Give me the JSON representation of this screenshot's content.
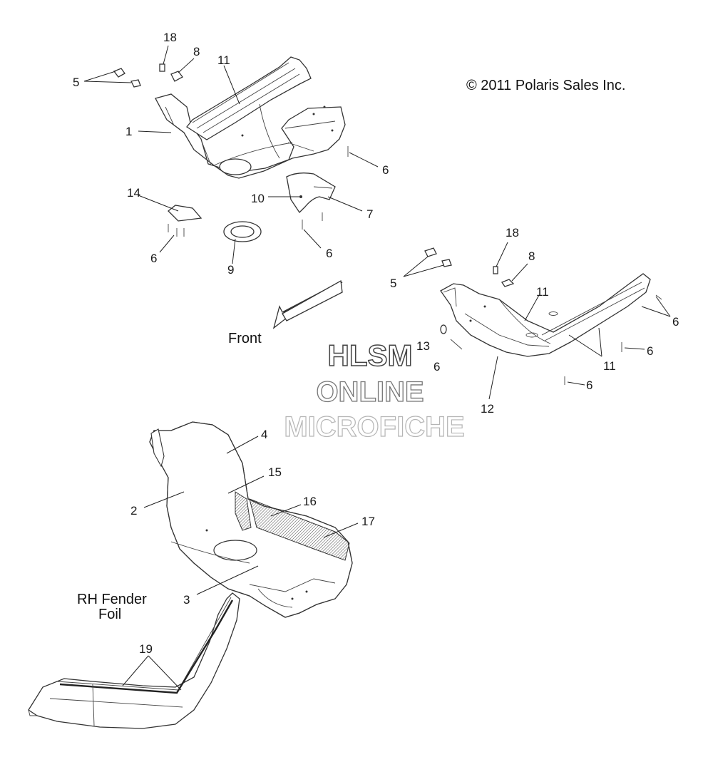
{
  "copyright": "© 2011 Polaris Sales Inc.",
  "direction_label": "Front",
  "fender_label_line1": "RH Fender",
  "fender_label_line2": "Foil",
  "watermark": {
    "line1": "HLSM",
    "line2": "ONLINE",
    "line3": "MICROFICHE"
  },
  "callouts": {
    "c18a": "18",
    "c8a": "8",
    "c11a": "11",
    "c5a": "5",
    "c1": "1",
    "c6a": "6",
    "c10": "10",
    "c7": "7",
    "c14": "14",
    "c6b": "6",
    "c9": "9",
    "c6c": "6",
    "c18b": "18",
    "c8b": "8",
    "c5b": "5",
    "c11b": "11",
    "c6d": "6",
    "c6e": "6",
    "c13": "13",
    "c6f": "6",
    "c11c": "11",
    "c6g": "6",
    "c12": "12",
    "c4": "4",
    "c15": "15",
    "c2": "2",
    "c16": "16",
    "c17": "17",
    "c3": "3",
    "c19": "19"
  },
  "colors": {
    "line": "#333333",
    "hatch": "#555555",
    "watermark_outline": "#444444",
    "watermark_light": "#b5b5b5"
  }
}
